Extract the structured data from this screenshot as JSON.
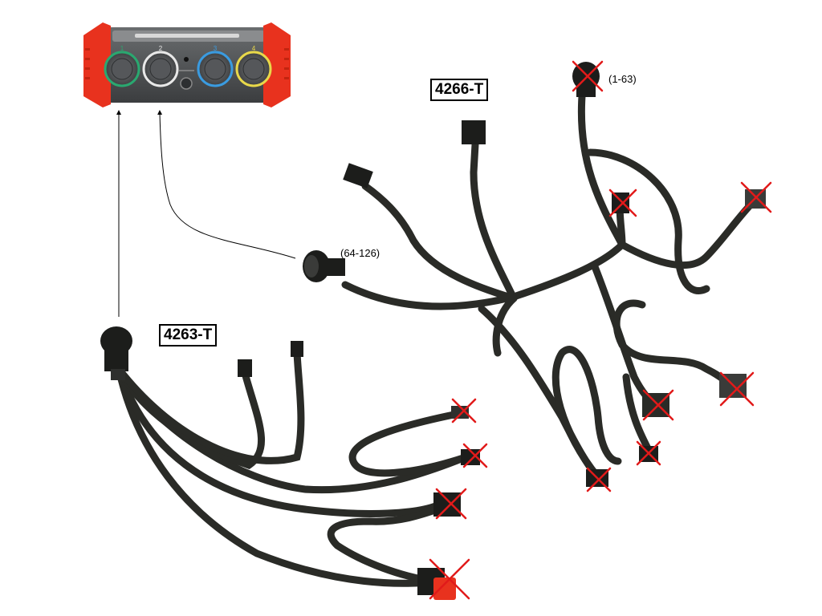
{
  "labels": {
    "harness_a": "4266-T",
    "harness_b": "4263-T",
    "range_a": "(1-63)",
    "range_b": "(64-126)"
  },
  "device": {
    "port_numbers": [
      "1",
      "2",
      "3",
      "4"
    ],
    "port_colors": [
      "#2aa870",
      "#e8e8e8",
      "#3a9be0",
      "#e8d84a"
    ],
    "bumper_color": "#e8321e"
  },
  "colors": {
    "cable": "#2a2b27",
    "cross": "#e11a1a",
    "arrow": "#000000"
  }
}
